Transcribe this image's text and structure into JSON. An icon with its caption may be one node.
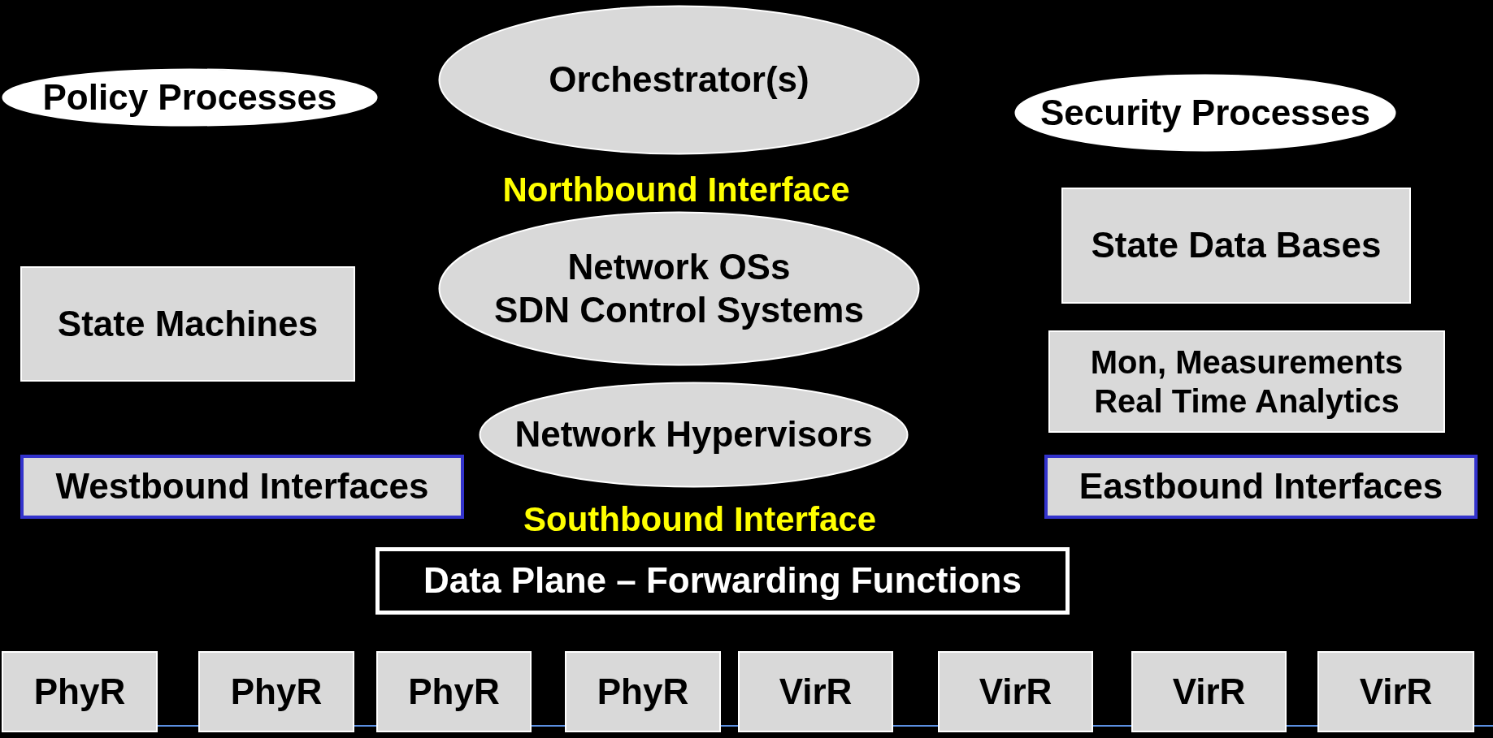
{
  "diagram": {
    "nodes": [
      {
        "text": [
          "Policy Processes"
        ]
      },
      {
        "text": [
          "Orchestrator(s)"
        ]
      },
      {
        "text": [
          "Security Processes"
        ]
      },
      {
        "text": [
          "State Data Bases"
        ]
      },
      {
        "text": [
          "State Machines"
        ]
      },
      {
        "text": [
          "Network OSs",
          "SDN Control Systems"
        ]
      },
      {
        "text": [
          "Mon, Measurements Real Time Analytics"
        ]
      },
      {
        "text": [
          "Network Hypervisors"
        ]
      },
      {
        "text": [
          "Westbound Interfaces"
        ]
      },
      {
        "text": [
          "Eastbound Interfaces"
        ]
      },
      {
        "text": [
          "Data Plane – Forwarding Functions"
        ]
      },
      {
        "text": [
          "PhyR"
        ]
      },
      {
        "text": [
          "PhyR"
        ]
      },
      {
        "text": [
          "PhyR"
        ]
      },
      {
        "text": [
          "PhyR"
        ]
      },
      {
        "text": [
          "VirR"
        ]
      },
      {
        "text": [
          "VirR"
        ]
      },
      {
        "text": [
          "VirR"
        ]
      },
      {
        "text": [
          "VirR"
        ]
      }
    ],
    "edges": [
      {
        "from": 11,
        "to": 12,
        "arrow": "none"
      },
      {
        "from": 12,
        "to": 13,
        "arrow": "none"
      },
      {
        "from": 13,
        "to": 14,
        "arrow": "none"
      },
      {
        "from": 14,
        "to": 15,
        "arrow": "none"
      },
      {
        "from": 15,
        "to": 16,
        "arrow": "none"
      },
      {
        "from": 16,
        "to": 17,
        "arrow": "none"
      },
      {
        "from": 17,
        "to": 18,
        "arrow": "none"
      },
      {
        "from": 18,
        "to": null,
        "arrow": "none"
      }
    ],
    "labels": [
      "Northbound Interface",
      "Southbound Interface"
    ]
  }
}
